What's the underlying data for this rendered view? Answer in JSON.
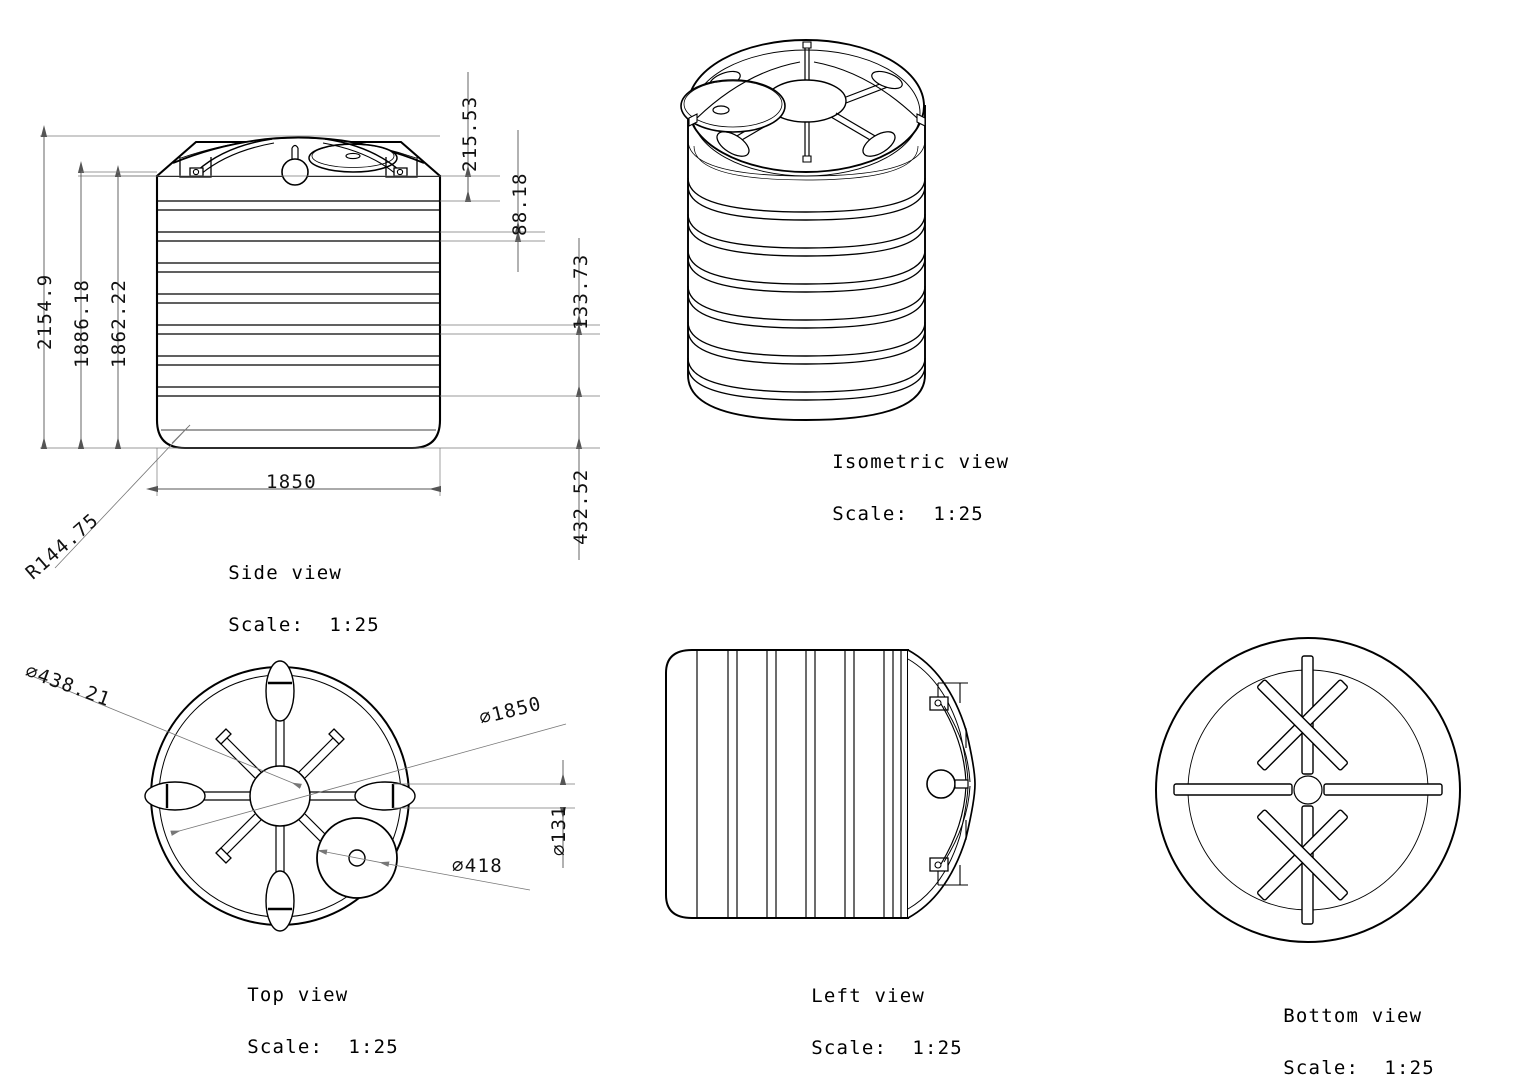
{
  "drawing": {
    "title": "Water tank multi-view technical drawing",
    "background_color": "#ffffff",
    "line_color": "#000000",
    "dim_line_color": "#555555",
    "units": "mm"
  },
  "views": [
    {
      "id": "side",
      "name": "Side view",
      "caption_line1": "Side view",
      "caption_line2": "Scale:  1:25"
    },
    {
      "id": "isometric",
      "name": "Isometric view",
      "caption_line1": "Isometric view",
      "caption_line2": "Scale:  1:25"
    },
    {
      "id": "top",
      "name": "Top view",
      "caption_line1": "Top view",
      "caption_line2": "Scale:  1:25"
    },
    {
      "id": "left",
      "name": "Left view",
      "caption_line1": "Left view",
      "caption_line2": "Scale:  1:25"
    },
    {
      "id": "bottom",
      "name": "Bottom view",
      "caption_line1": "Bottom view",
      "caption_line2": "Scale:  1:25"
    }
  ],
  "dimensions": {
    "side_view": {
      "overall_height": "2154.9",
      "body_to_top_height": "1886.18",
      "body_height": "1862.22",
      "lid_top_offset": "215.53",
      "rib_spacing_upper": "88.18",
      "rib_spacing_mid": "133.73",
      "base_height": "432.52",
      "width": "1850",
      "corner_radius": "R144.75"
    },
    "top_view": {
      "inner_diameter": "⌀438.21",
      "outer_diameter": "⌀1850",
      "lid_diameter": "⌀418",
      "nozzle_diameter": "⌀131"
    }
  }
}
